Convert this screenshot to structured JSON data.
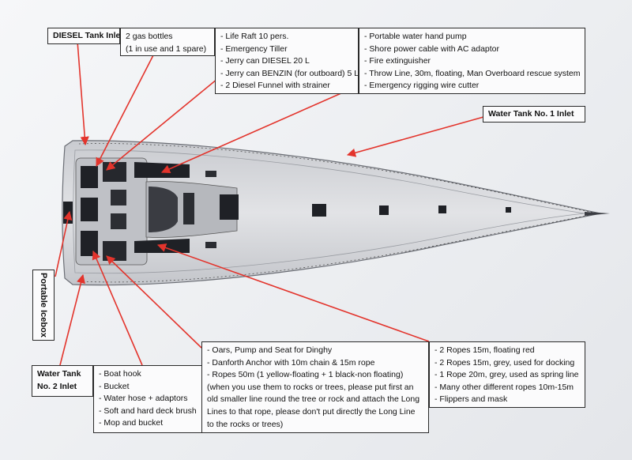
{
  "labels": {
    "diesel_inlet": "DIESEL Tank Inlet",
    "water_tank_1": "Water Tank No. 1 Inlet",
    "portable_icebox": "Portable Icebox",
    "water_tank_2": [
      "Water Tank",
      "No. 2 Inlet"
    ]
  },
  "gas": [
    "2 gas bottles",
    "(1 in use and 1 spare)"
  ],
  "liferaft": [
    "- Life Raft 10 pers.",
    "- Emergency Tiller",
    "- Jerry can DIESEL 20 L",
    "- Jerry can BENZIN (for outboard) 5 L",
    "- 2 Diesel Funnel with strainer"
  ],
  "safety": [
    "- Portable water hand pump",
    "- Shore power cable with AC adaptor",
    "- Fire extinguisher",
    "- Throw Line, 30m, floating, Man Overboard rescue system",
    "- Emergency rigging wire cutter"
  ],
  "deck": [
    "- Boat hook",
    "- Bucket",
    "- Water hose + adaptors",
    "- Soft and hard deck brush",
    "- Mop and bucket"
  ],
  "dinghy": [
    "- Oars, Pump and Seat for Dinghy",
    "- Danforth Anchor with 10m chain & 15m rope",
    "- Ropes 50m (1 yellow-floating + 1 black-non floating)",
    "(when you use them to rocks or trees, please put first an",
    "old smaller line round the tree or rock and attach the Long",
    "Lines to that rope, please don't put directly the Long Line",
    "to the rocks or trees)"
  ],
  "ropes": [
    "- 2 Ropes 15m, floating red",
    "- 2 Ropes 15m, grey, used for docking",
    "- 1 Rope 20m, grey, used as spring line",
    "- Many other different ropes 10m-15m",
    "- Flippers and mask"
  ],
  "colors": {
    "arrow": "#e3342c",
    "hull": "#d7d9dd",
    "deck_dark": "#1f2126"
  }
}
